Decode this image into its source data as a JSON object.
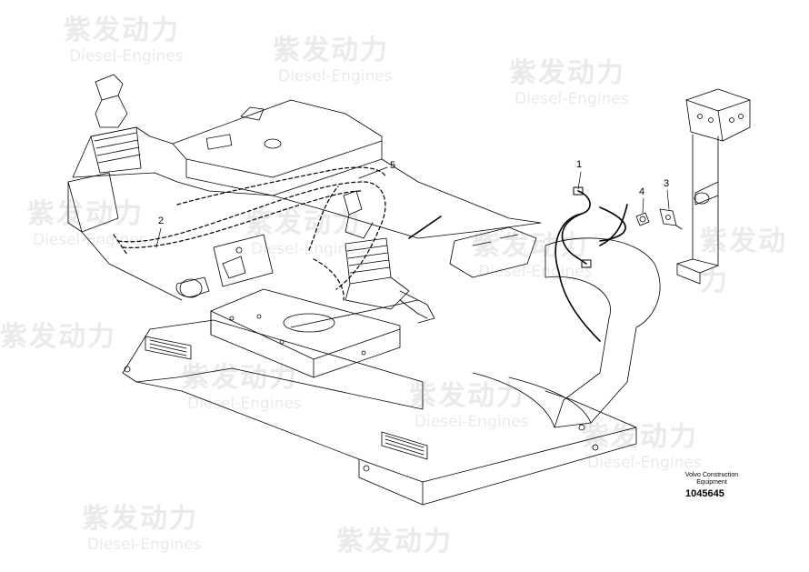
{
  "watermark": {
    "brand_cn": "紫发动力",
    "brand_en": "Diesel-Engines"
  },
  "callouts": {
    "c1": "1",
    "c2": "2",
    "c3": "3",
    "c4": "4",
    "c5": "5"
  },
  "footer": {
    "org": "Volvo Construction Equipment",
    "doc_id": "1045645"
  }
}
